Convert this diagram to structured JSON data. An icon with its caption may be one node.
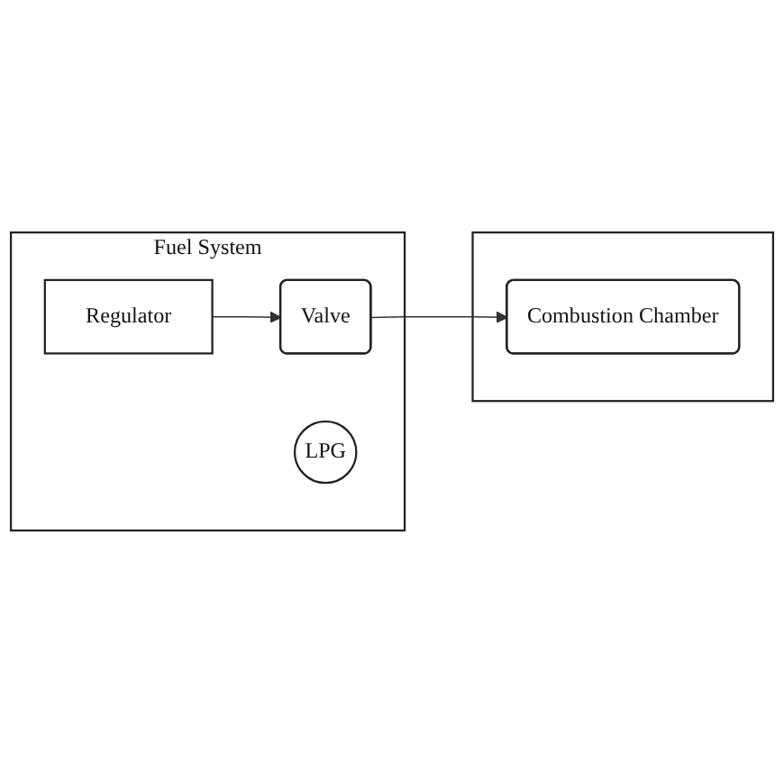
{
  "diagram": {
    "nodes": [
      {
        "text": [
          "Fuel System"
        ]
      },
      {
        "text": [
          "Valve"
        ],
        "in": 0
      },
      {
        "text": [
          "Regulator"
        ],
        "in": 0
      },
      {
        "text": [
          "LPG"
        ],
        "in": 0
      },
      {
        "text": [],
        "shape": "box"
      },
      {
        "text": [
          "Combustion Chamber"
        ],
        "in": 4
      }
    ],
    "edges": [
      {
        "from": 2,
        "to": 1,
        "arrow": "to"
      },
      {
        "from": 1,
        "to": 5,
        "arrow": "to"
      }
    ]
  }
}
